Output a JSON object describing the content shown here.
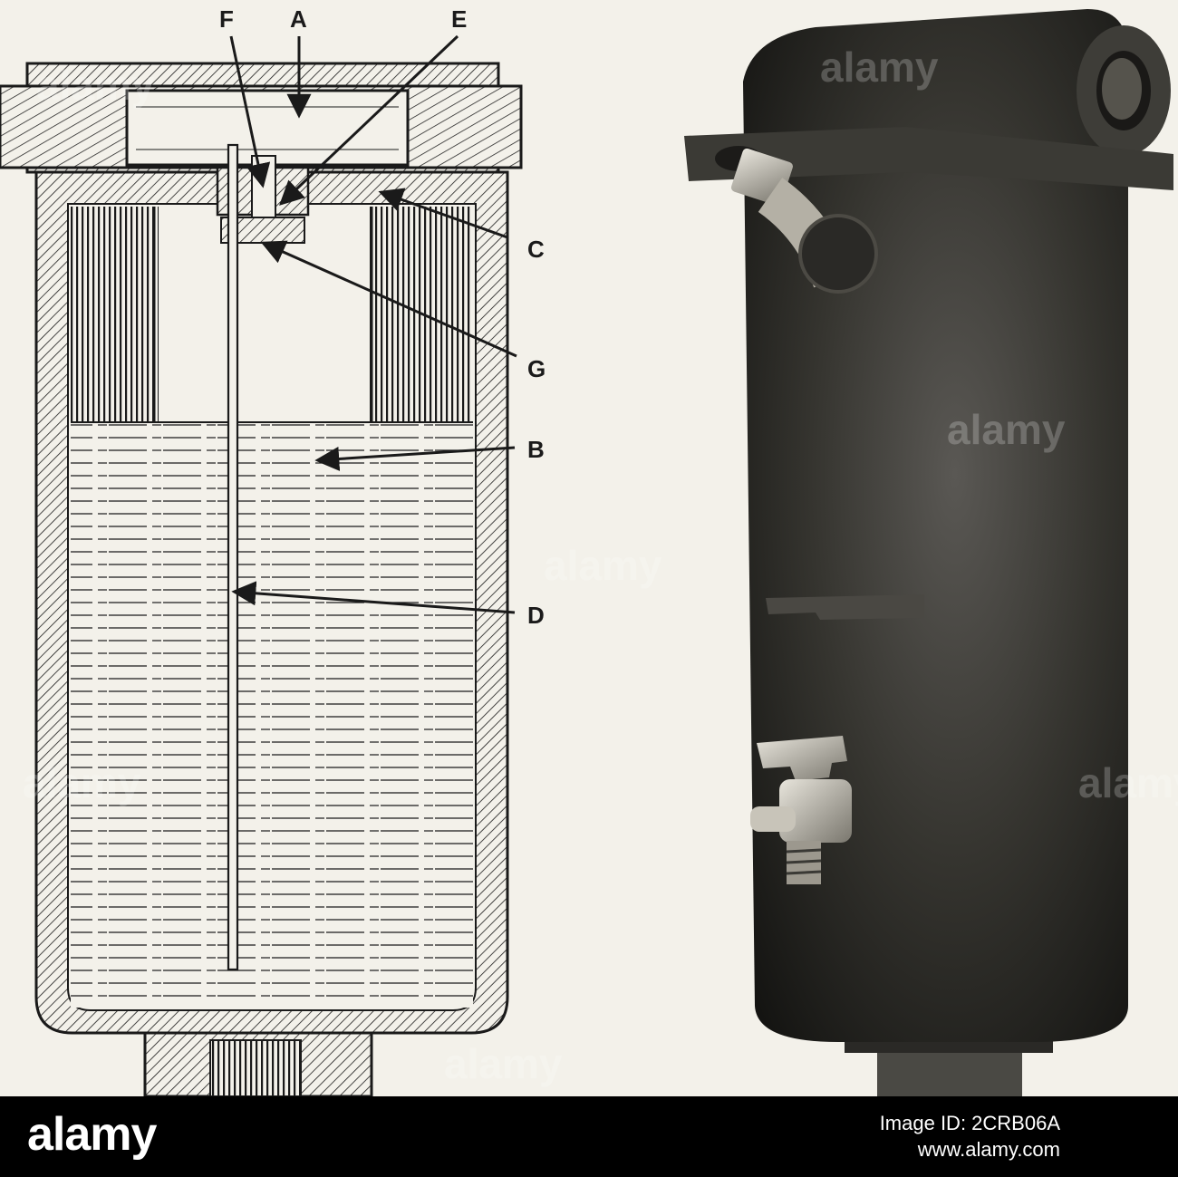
{
  "diagram": {
    "labels": {
      "A": "A",
      "B": "B",
      "C": "C",
      "D": "D",
      "E": "E",
      "F": "F",
      "G": "G"
    }
  },
  "watermark": {
    "text": "alamy"
  },
  "footer": {
    "logo": "alamy",
    "image_id": "Image ID: 2CRB06A",
    "site": "www.alamy.com"
  },
  "colors": {
    "ink": "#1a1a1a",
    "paper": "#f3f1ea",
    "photo_body": "#2b2b2b",
    "footer_bg": "#000000"
  }
}
